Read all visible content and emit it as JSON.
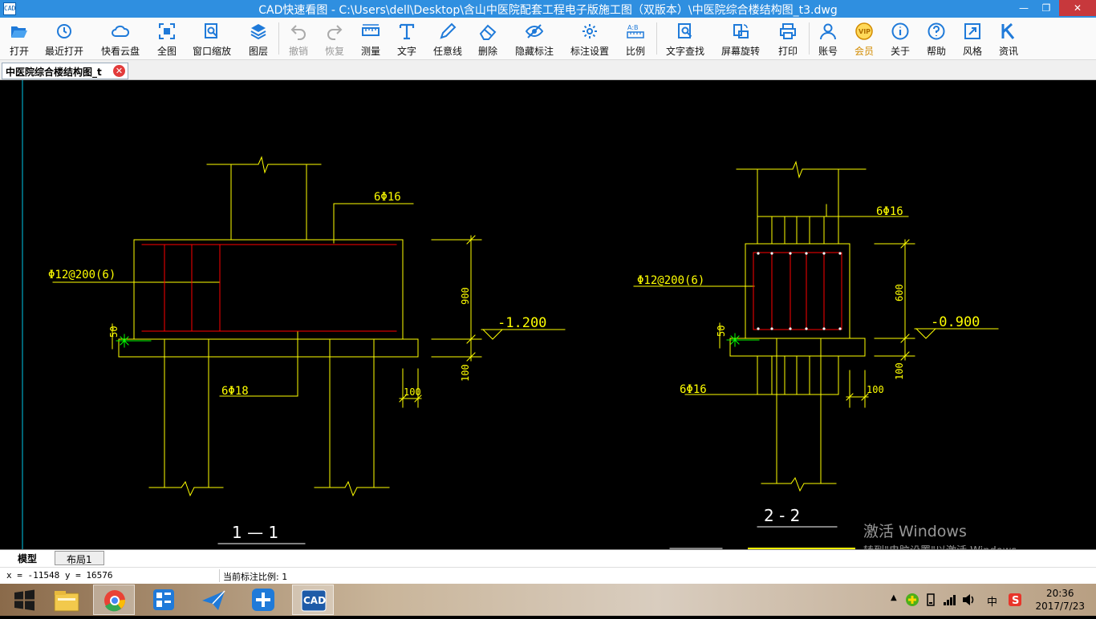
{
  "window": {
    "title": "CAD快速看图 - C:\\Users\\dell\\Desktop\\含山中医院配套工程电子版施工图（双版本）\\中医院综合楼结构图_t3.dwg",
    "app_icon_text": "CAD",
    "minimize": "—",
    "restore": "❐",
    "close": "✕"
  },
  "toolbar": {
    "open": "打开",
    "recent": "最近打开",
    "cloud": "快看云盘",
    "full": "全图",
    "window_zoom": "窗口缩放",
    "layers": "图层",
    "undo": "撤销",
    "redo": "恢复",
    "measure": "测量",
    "text": "文字",
    "freeline": "任意线",
    "delete": "删除",
    "hide_marks": "隐藏标注",
    "mark_settings": "标注设置",
    "scale": "比例",
    "text_find": "文字查找",
    "rotate": "屏幕旋转",
    "print": "打印",
    "account": "账号",
    "vip": "会员",
    "about": "关于",
    "help": "帮助",
    "style": "风格",
    "news": "资讯"
  },
  "tabs": {
    "document": "中医院综合楼结构图_t",
    "close_icon": "✕"
  },
  "drawing": {
    "s11": {
      "top_rebar": "6Φ16",
      "stirrup": "Φ12@200(6)",
      "bottom_rebar": "6Φ18",
      "dim_50": "50",
      "dim_900": "900",
      "dim_100a": "100",
      "dim_100b": "100",
      "elev": "-1.200",
      "label": "1 — 1"
    },
    "s22": {
      "top_rebar": "6Φ16",
      "stirrup": "Φ12@200(6)",
      "bottom_rebar": "6Φ16",
      "dim_50": "50",
      "dim_600": "600",
      "dim_100a": "100",
      "dim_100b": "100",
      "elev": "-0.900",
      "label": "2 - 2"
    }
  },
  "watermark": {
    "line1": "激活 Windows",
    "line2": "转到\"电脑设置\"以激活 Windows。"
  },
  "layout_tabs": {
    "model": "模型",
    "layout1": "布局1"
  },
  "status": {
    "coords": "x = -11548  y = 16576",
    "scale": "当前标注比例: 1"
  },
  "taskbar": {
    "cad_label": "CAD",
    "ime": "中",
    "time": "20:36",
    "date": "2017/7/23"
  },
  "colors": {
    "titlebar": "#2f8fe0",
    "cad_yellow": "#ffff00",
    "cad_red": "#ff0000",
    "cad_cyan": "#00c8e8",
    "cad_green": "#00ff00"
  }
}
